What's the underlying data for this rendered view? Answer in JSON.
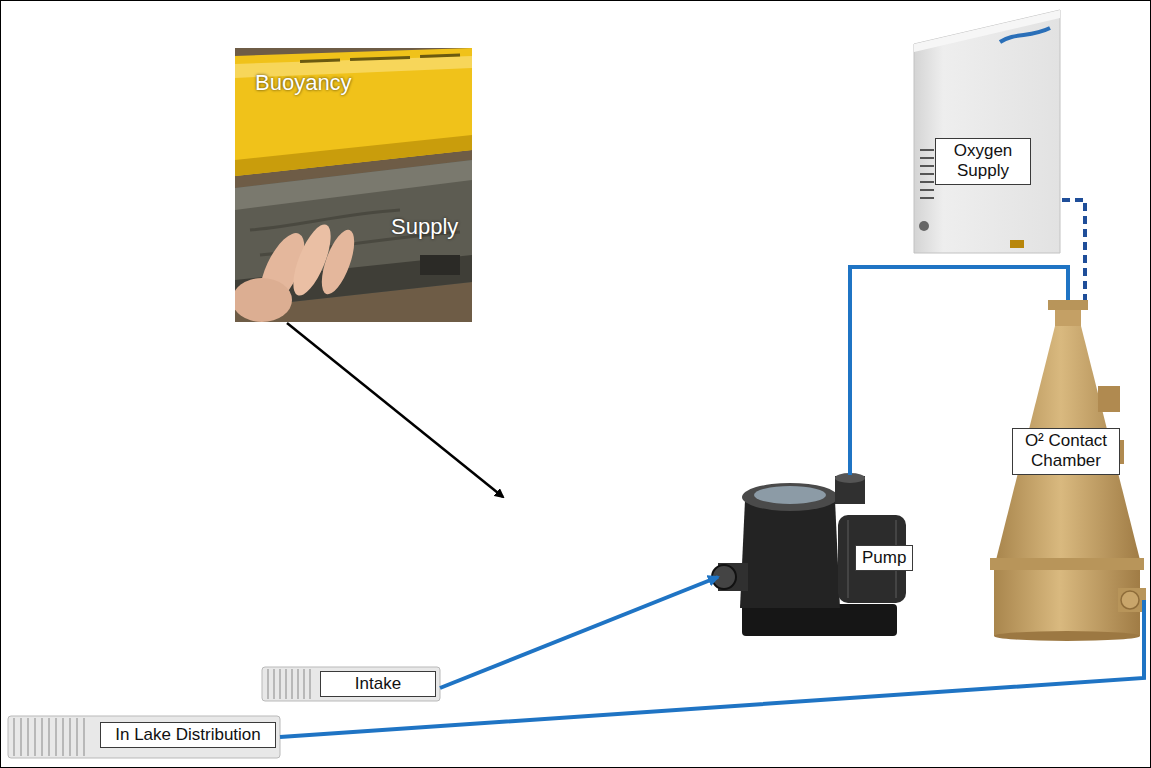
{
  "diagram": {
    "nodes": [
      {
        "text": [
          "Buoyancy",
          "Supply"
        ]
      },
      {
        "text": [
          "Oxygen Supply"
        ]
      },
      {
        "text": [
          "Pump"
        ]
      },
      {
        "text": [
          "O² Contact Chamber"
        ]
      },
      {
        "text": [
          "Intake"
        ]
      },
      {
        "text": [
          "In Lake Distribution"
        ]
      }
    ],
    "edges": [
      {
        "from": 4,
        "to": 2,
        "arrow": "to"
      },
      {
        "from": 2,
        "to": 3,
        "arrow": "none"
      },
      {
        "from": 1,
        "to": 3,
        "arrow": "none"
      },
      {
        "from": 3,
        "to": 5,
        "arrow": "none"
      }
    ]
  }
}
